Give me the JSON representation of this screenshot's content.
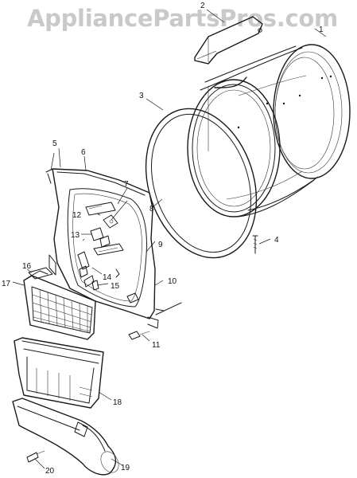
{
  "watermark": "AppliancePartsPros.com",
  "callouts": [
    "1",
    "2",
    "3",
    "4",
    "5",
    "6",
    "7",
    "8",
    "9",
    "10",
    "11",
    "12",
    "13",
    "14",
    "15",
    "16",
    "17",
    "18",
    "19",
    "20"
  ]
}
